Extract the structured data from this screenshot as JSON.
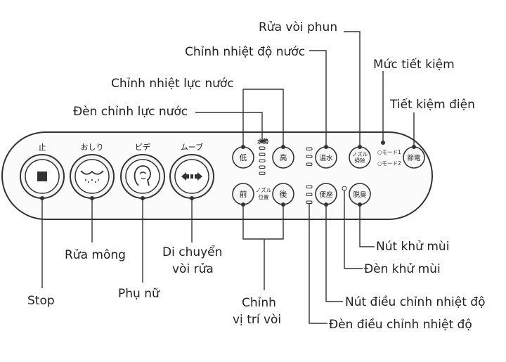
{
  "panel": {
    "top_labels": {
      "stop": "止",
      "oshiri": "おしり",
      "bidet": "ビデ",
      "move": "ムーブ"
    },
    "water_pressure_caption": "水勢",
    "buttons": {
      "low": "低",
      "high": "高",
      "water_temp": "温水",
      "nozzle_clean_line1": "ノズル",
      "nozzle_clean_line2": "掃除",
      "power_save": "節電",
      "front": "前",
      "nozzle_pos_line1": "ノズル",
      "nozzle_pos_line2": "位置",
      "back": "後",
      "seat_temp": "便座",
      "deodorize": "脱臭"
    },
    "modes": {
      "mode1": "○モード1",
      "mode2": "○モード2"
    }
  },
  "callouts": {
    "rua_voi_phun": "Rửa vòi phun",
    "chinh_nhiet_do_nuoc": "Chỉnh nhiệt độ nước",
    "muc_tiet_kiem": "Mức tiết kiệm",
    "chinh_nhiet_luc_nuoc": "Chỉnh nhiệt lực nước",
    "tiet_kiem_dien": "Tiết kiệm điện",
    "den_chinh_luc_nuoc": "Đèn chỉnh lực nước",
    "rua_mong": "Rửa mông",
    "di_chuyen_line1": "Di chuyển",
    "di_chuyen_line2": "vòi rửa",
    "nut_khu_mui": "Nút khử mùi",
    "den_khu_mui": "Đèn khử mùi",
    "stop": "Stop",
    "phu_nu": "Phụ nữ",
    "chinh_vi_tri_line1": "Chỉnh",
    "chinh_vi_tri_line2": "vị trí vòi",
    "nut_dieu_chinh_nhiet_do": "Nút điều chỉnh nhiệt độ",
    "den_dieu_chinh_nhiet_do": "Đèn điều chỉnh nhiệt độ"
  }
}
